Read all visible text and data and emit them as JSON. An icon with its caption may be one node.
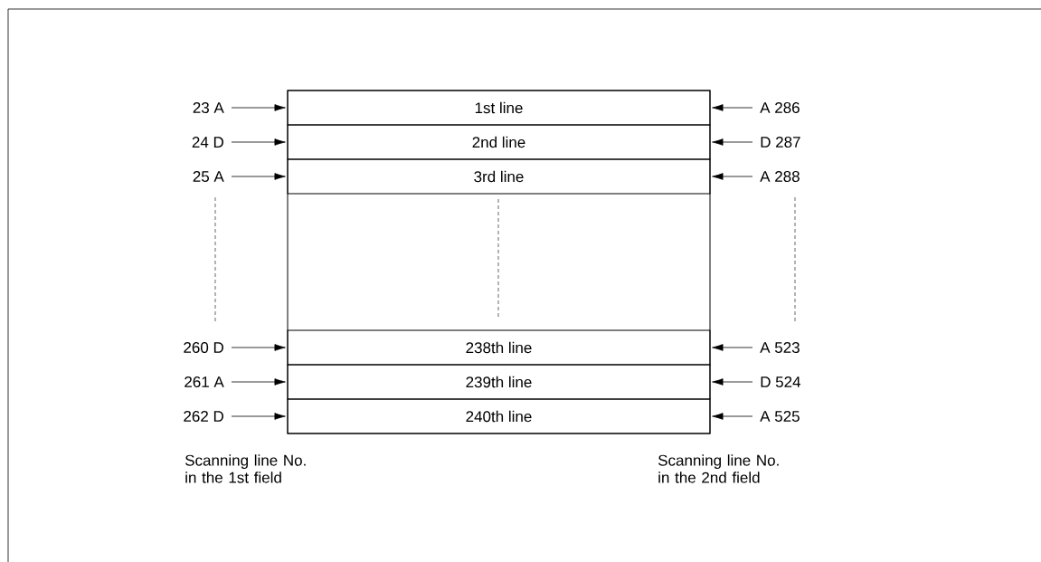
{
  "diagram": {
    "nodes": [
      {
        "text": [
          "23 A"
        ]
      },
      {
        "text": [
          "1st line"
        ]
      },
      {
        "text": [
          "A 286"
        ]
      },
      {
        "text": [
          "24 D"
        ]
      },
      {
        "text": [
          "2nd line"
        ]
      },
      {
        "text": [
          "D 287"
        ]
      },
      {
        "text": [
          "25 A"
        ]
      },
      {
        "text": [
          "3rd line"
        ]
      },
      {
        "text": [
          "A 288"
        ]
      },
      {
        "text": [
          "260 D"
        ]
      },
      {
        "text": [
          "238th line"
        ]
      },
      {
        "text": [
          "A 523"
        ]
      },
      {
        "text": [
          "261 A"
        ]
      },
      {
        "text": [
          "239th line"
        ]
      },
      {
        "text": [
          "D 524"
        ]
      },
      {
        "text": [
          "262 D"
        ]
      },
      {
        "text": [
          "240th line"
        ]
      },
      {
        "text": [
          "A 525"
        ]
      }
    ],
    "edges": [
      {
        "from": 0,
        "to": 1,
        "arrow": "to"
      },
      {
        "from": 2,
        "to": 1,
        "arrow": "to"
      },
      {
        "from": 3,
        "to": 4,
        "arrow": "to"
      },
      {
        "from": 5,
        "to": 4,
        "arrow": "to"
      },
      {
        "from": 6,
        "to": 7,
        "arrow": "to"
      },
      {
        "from": 8,
        "to": 7,
        "arrow": "to"
      },
      {
        "from": 9,
        "to": 10,
        "arrow": "to"
      },
      {
        "from": 11,
        "to": 10,
        "arrow": "to"
      },
      {
        "from": 12,
        "to": 13,
        "arrow": "to"
      },
      {
        "from": 14,
        "to": 13,
        "arrow": "to"
      },
      {
        "from": 15,
        "to": 16,
        "arrow": "to"
      },
      {
        "from": 17,
        "to": 16,
        "arrow": "to"
      }
    ],
    "labels": [
      "Scanning line No. in the 1st field",
      "Scanning line No. in the 2nd field"
    ]
  }
}
